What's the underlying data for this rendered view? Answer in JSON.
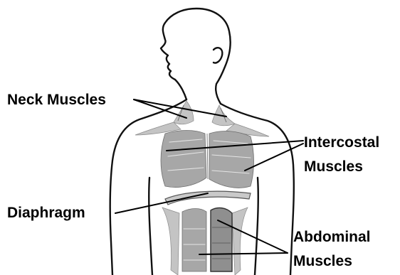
{
  "labels": {
    "neck": "Neck Muscles",
    "intercostal_line1": "Intercostal",
    "intercostal_line2": "Muscles",
    "diaphragm": "Diaphragm",
    "abdominal_line1": "Abdominal",
    "abdominal_line2": "Muscles"
  },
  "colors": {
    "muscle": "#a7a7a7",
    "outline": "#111111",
    "text": "#000000"
  }
}
